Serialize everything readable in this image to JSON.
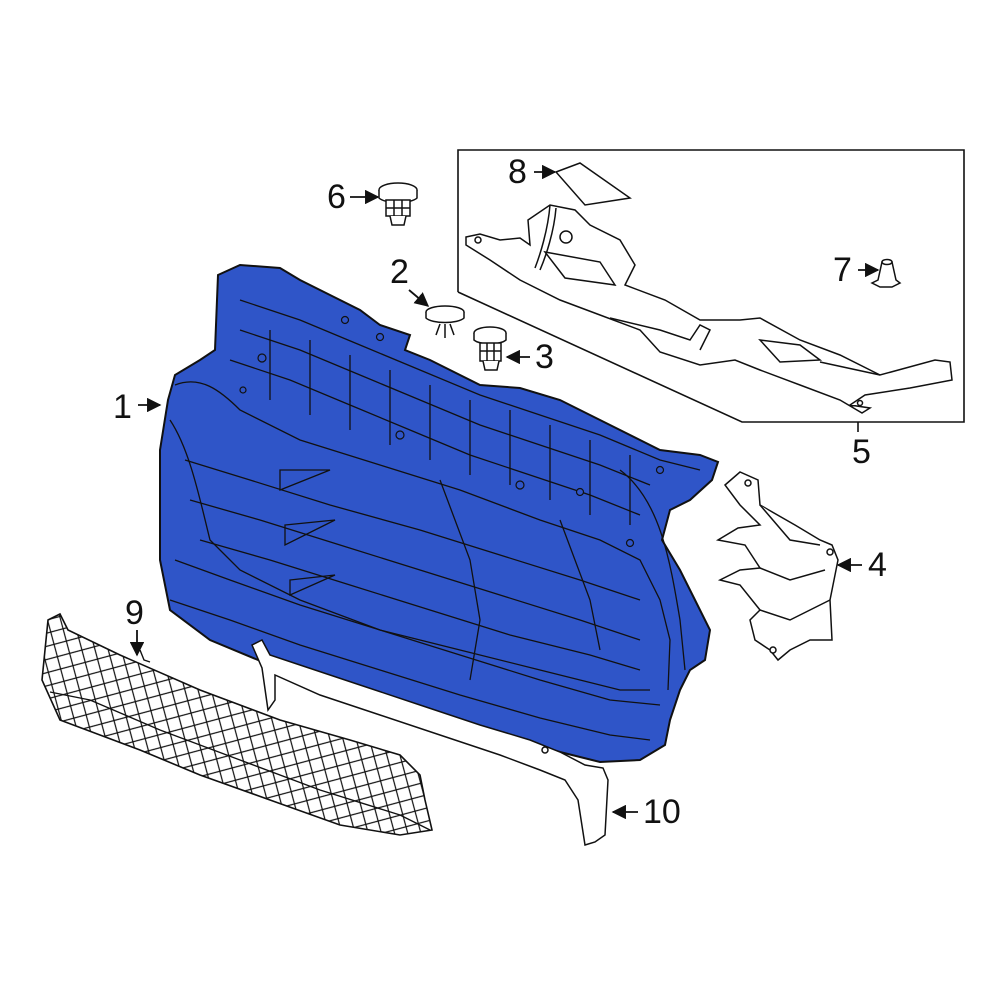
{
  "diagram": {
    "type": "exploded-parts-diagram",
    "background": "#ffffff",
    "line_color": "#111111",
    "highlight_color": "#2f55c8",
    "highlighted_part": "1",
    "callouts": [
      {
        "label": "1",
        "part": "grille-mounting-panel",
        "highlighted": true
      },
      {
        "label": "2",
        "part": "push-clip"
      },
      {
        "label": "3",
        "part": "retainer-clip"
      },
      {
        "label": "4",
        "part": "side-bracket"
      },
      {
        "label": "5",
        "part": "upper-radiator-cover-assembly"
      },
      {
        "label": "6",
        "part": "retainer-clip"
      },
      {
        "label": "7",
        "part": "grommet"
      },
      {
        "label": "8",
        "part": "label"
      },
      {
        "label": "9",
        "part": "lower-grille-mesh"
      },
      {
        "label": "10",
        "part": "lower-support-bracket"
      }
    ]
  }
}
